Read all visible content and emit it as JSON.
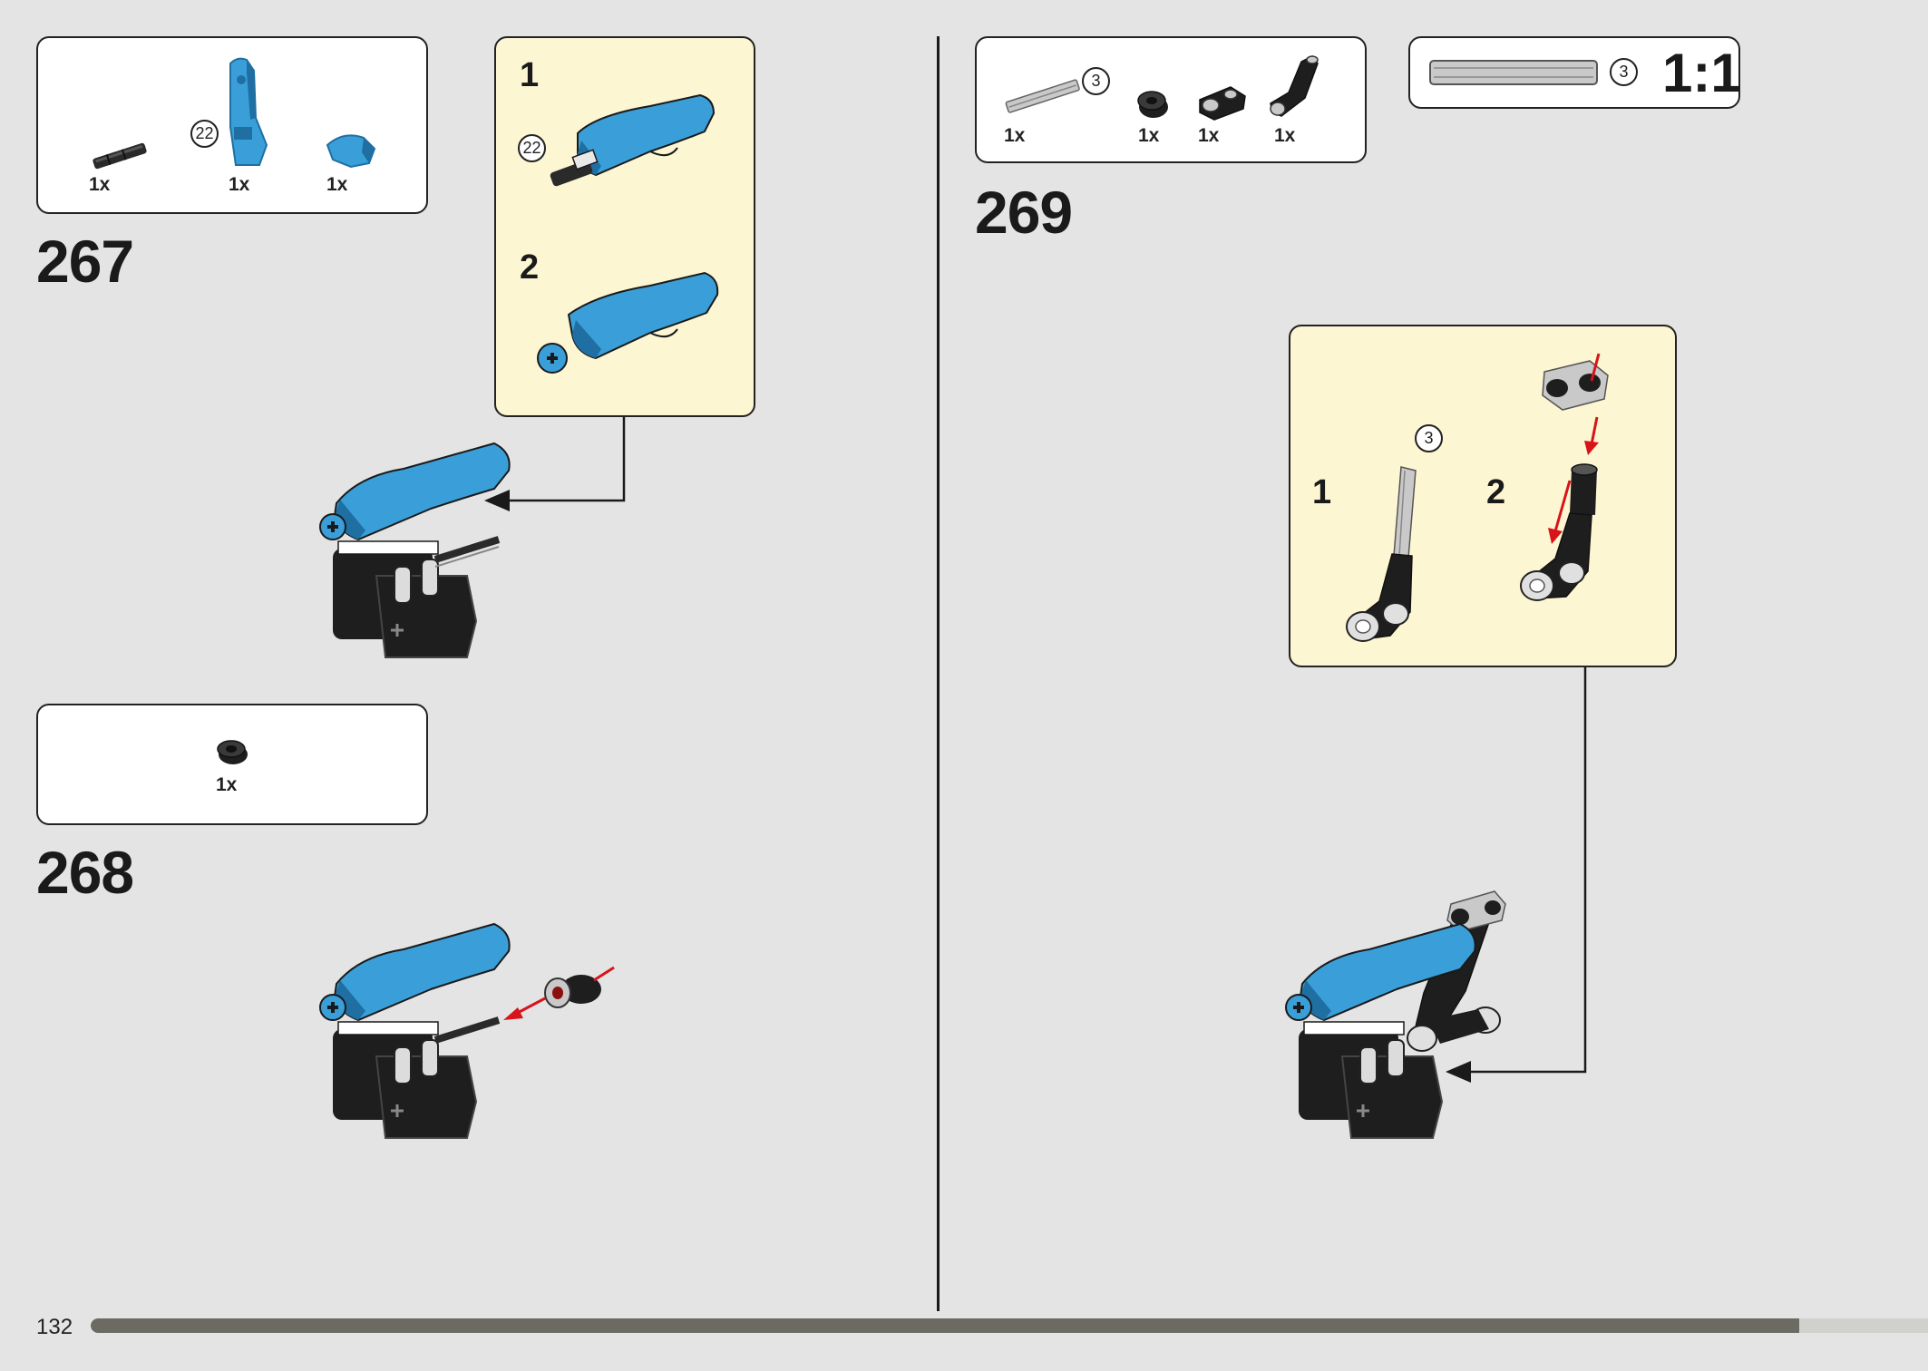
{
  "page_number": "132",
  "colors": {
    "background": "#e4e4e4",
    "callout": "#fdf6d2",
    "azure": "#3a9fd8",
    "azure_dark": "#1f6fa3",
    "black_part": "#1e1e1e",
    "grey_part": "#c9c9c9",
    "arrow_red": "#d7141a",
    "progress_bar": "#6b6b63"
  },
  "steps": [
    {
      "number": "267",
      "parts": [
        {
          "qty": "1x",
          "icon": "black-axle-pin-icon"
        },
        {
          "qty": "1x",
          "icon": "azure-panel-icon",
          "callout_number": "22"
        },
        {
          "qty": "1x",
          "icon": "azure-curved-slope-icon"
        }
      ],
      "callout": {
        "substeps": [
          {
            "label": "1",
            "callout_number": "22"
          },
          {
            "label": "2"
          }
        ]
      }
    },
    {
      "number": "268",
      "parts": [
        {
          "qty": "1x",
          "icon": "black-bush-icon"
        }
      ]
    },
    {
      "number": "269",
      "parts": [
        {
          "qty": "1x",
          "icon": "grey-axle-icon",
          "callout_number": "3"
        },
        {
          "qty": "1x",
          "icon": "black-bush-icon"
        },
        {
          "qty": "1x",
          "icon": "black-cross-block-icon"
        },
        {
          "qty": "1x",
          "icon": "black-angle-connector-icon"
        }
      ],
      "callout": {
        "substeps": [
          {
            "label": "1",
            "callout_number": "3"
          },
          {
            "label": "2"
          }
        ]
      }
    }
  ],
  "scale_guide": {
    "callout_number": "3",
    "ratio": "1:1"
  },
  "progress": 0.93
}
